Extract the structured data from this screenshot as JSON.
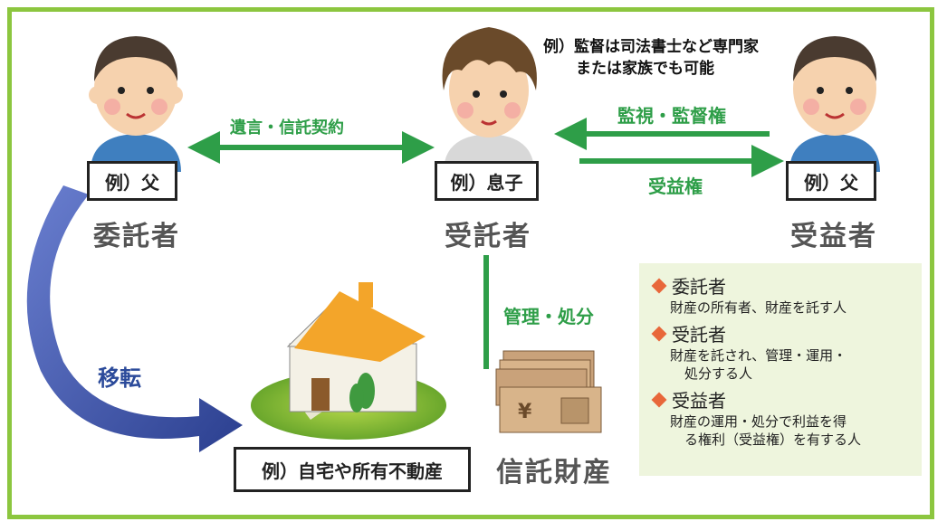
{
  "entrustor": {
    "label": "例）父",
    "role": "委託者"
  },
  "trustee": {
    "label": "例）息子",
    "role": "受託者"
  },
  "beneficiary": {
    "label": "例）父",
    "role": "受益者"
  },
  "arrows": {
    "will_contract": "遺言・信託契約",
    "supervision": "監視・監督権",
    "beneficial_right": "受益権",
    "transfer": "移転",
    "manage": "管理・処分"
  },
  "note": {
    "line1": "例）監督は司法書士など専門家",
    "line2": "または家族でも可能"
  },
  "property": {
    "house_label": "例）自宅や所有不動産",
    "trust_property": "信託財産"
  },
  "legend": {
    "items": [
      {
        "title": "委託者",
        "lines": [
          "財産の所有者、財産を託す人"
        ]
      },
      {
        "title": "受託者",
        "lines": [
          "財産を託され、管理・運用・",
          "処分する人"
        ]
      },
      {
        "title": "受益者",
        "lines": [
          "財産の運用・処分で利益を得",
          "る権利（受益権）を有する人"
        ]
      }
    ]
  },
  "colors": {
    "frame": "#8cc63f",
    "arrow_green": "#2e9e48",
    "arrow_blue": "#2b4a9a",
    "legend_bg": "#eef5dd",
    "diamond": "#e8673a"
  }
}
